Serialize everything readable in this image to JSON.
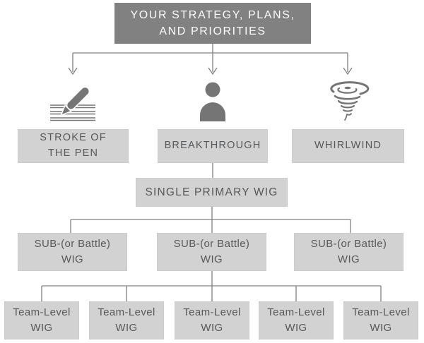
{
  "colors": {
    "root_box_bg": "#818181",
    "root_box_text": "#fbfbfb",
    "light_box_bg": "#d2d2d2",
    "box_text": "#57585a",
    "connector_line": "#808080",
    "icon_color": "#757575"
  },
  "root": {
    "line1": "YOUR STRATEGY, PLANS,",
    "line2": "AND PRIORITIES"
  },
  "branches": [
    {
      "icon": "pen-signature-icon",
      "line1": "STROKE OF",
      "line2": "THE PEN"
    },
    {
      "icon": "person-icon",
      "line1": "BREAKTHROUGH"
    },
    {
      "icon": "tornado-icon",
      "line1": "WHIRLWIND"
    }
  ],
  "primary": {
    "label": "SINGLE PRIMARY WIG"
  },
  "sub_wigs": [
    {
      "line1": "SUB-(or Battle)",
      "line2": "WIG"
    },
    {
      "line1": "SUB-(or Battle)",
      "line2": "WIG"
    },
    {
      "line1": "SUB-(or Battle)",
      "line2": "WIG"
    }
  ],
  "team_wigs": [
    {
      "line1": "Team-Level",
      "line2": "WIG"
    },
    {
      "line1": "Team-Level",
      "line2": "WIG"
    },
    {
      "line1": "Team-Level",
      "line2": "WIG"
    },
    {
      "line1": "Team-Level",
      "line2": "WIG"
    },
    {
      "line1": "Team-Level",
      "line2": "WIG"
    }
  ]
}
